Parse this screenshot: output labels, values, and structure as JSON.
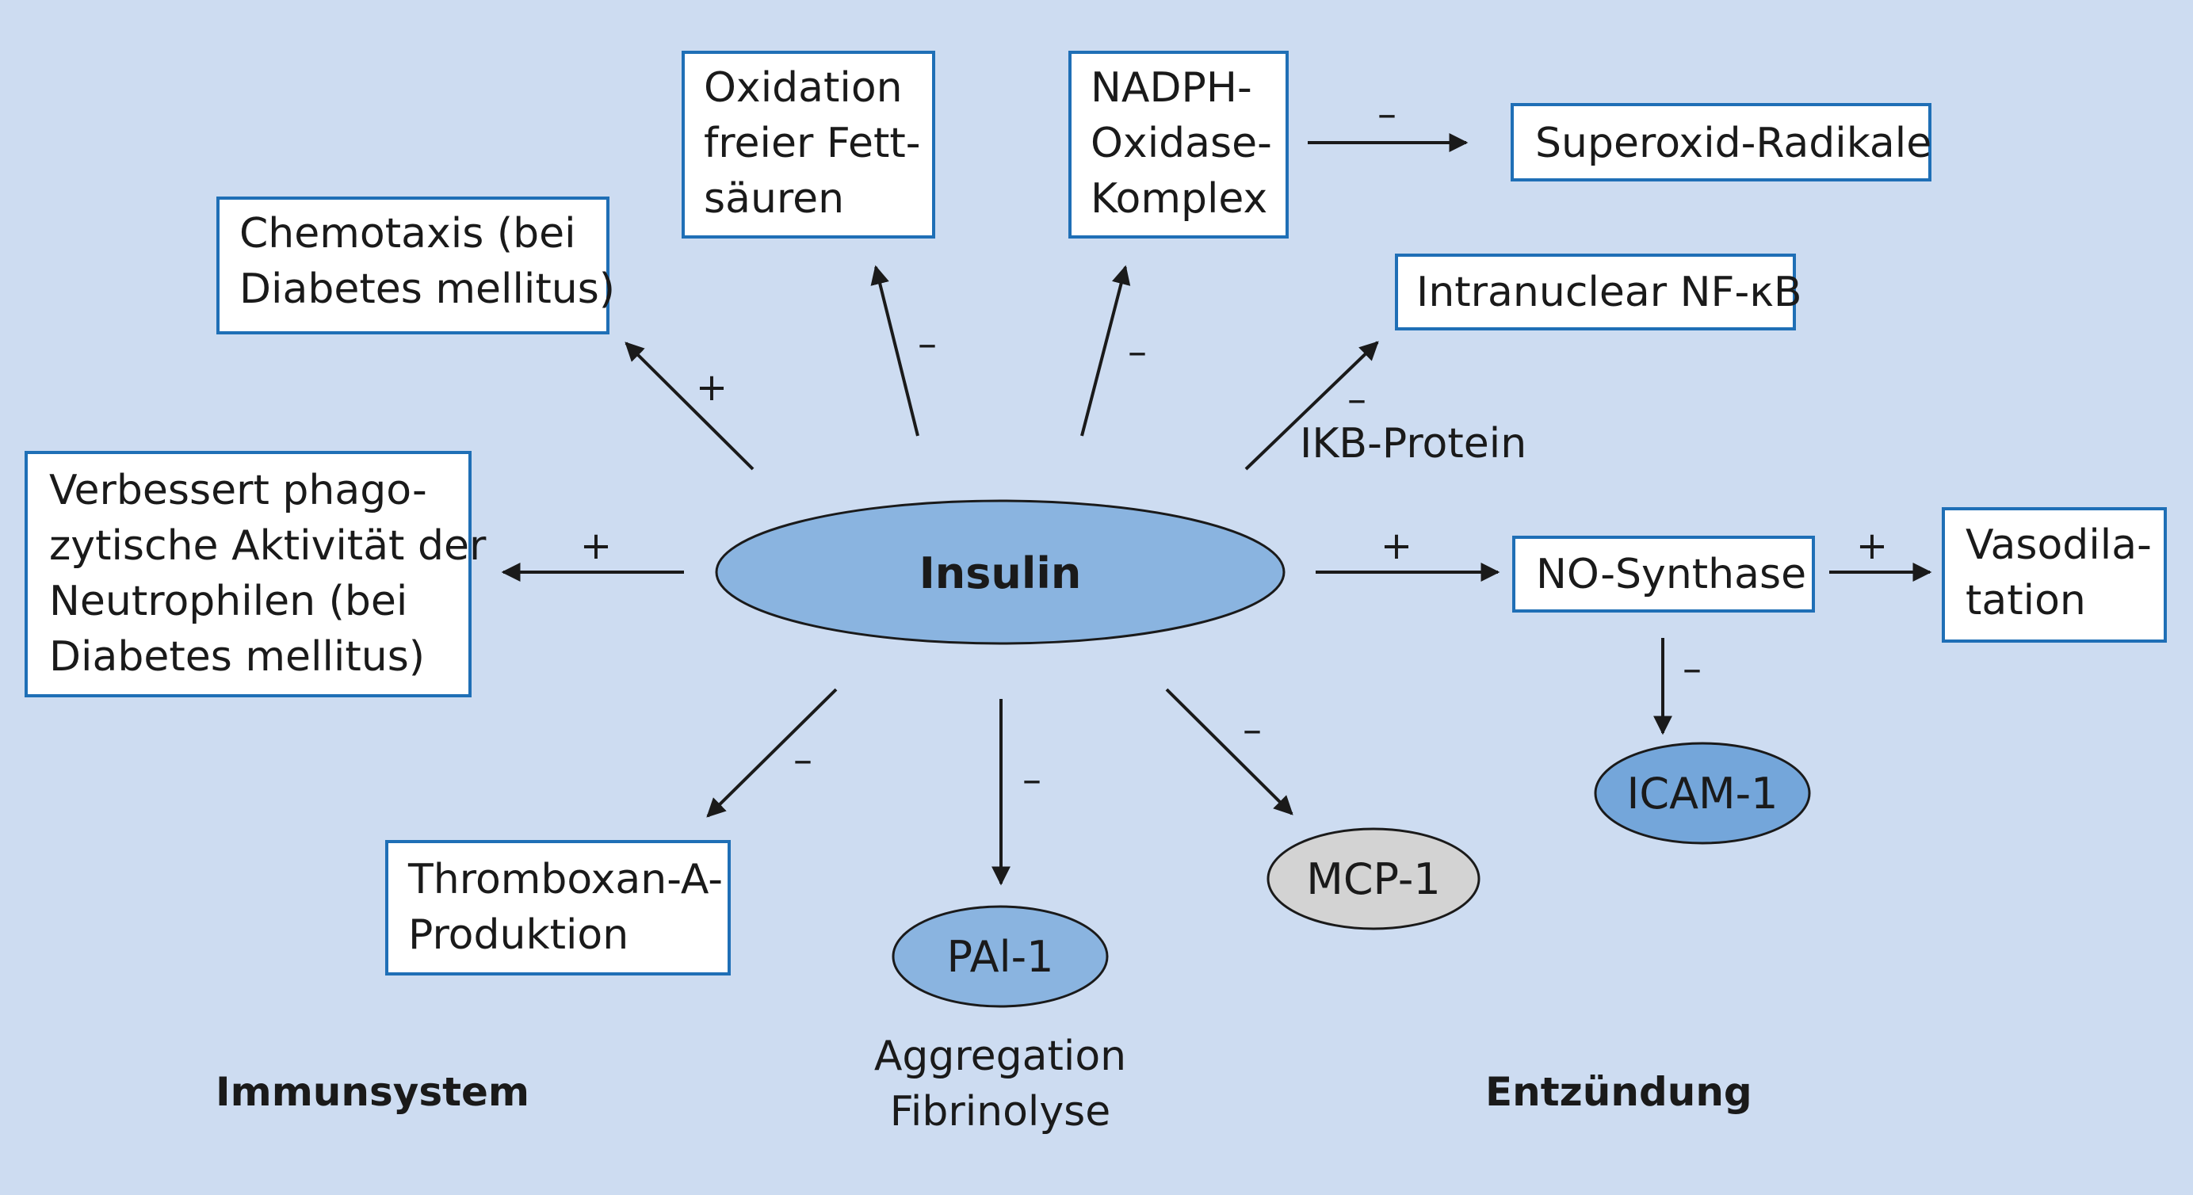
{
  "center": {
    "label": "Insulin",
    "color": "#8ab4e0"
  },
  "boxes": {
    "chemotaxis": [
      "Chemotaxis (bei",
      "Diabetes mellitus)"
    ],
    "oxidation": [
      "Oxidation",
      "freier Fett-",
      "säuren"
    ],
    "nadph": [
      "NADPH-",
      "Oxidase-",
      "Komplex"
    ],
    "superoxid": [
      "Superoxid-Radikale"
    ],
    "nfkb": [
      "Intranuclear NF-κB"
    ],
    "phago": [
      "Verbessert phago-",
      "zytische Aktivität der",
      "Neutrophilen (bei",
      "Diabetes mellitus)"
    ],
    "no_synthase": [
      "NO-Synthase"
    ],
    "vasodilatation": [
      "Vasodila-",
      "tation"
    ],
    "thromboxan": [
      "Thromboxan-A-",
      "Produktion"
    ]
  },
  "ovals": {
    "icam": {
      "label": "ICAM-1",
      "color": "#74a6da"
    },
    "mcp": {
      "label": "MCP-1",
      "color": "#d3d3d3"
    },
    "pai": {
      "label": "PAl-1",
      "color": "#8ab4e0"
    }
  },
  "labels": {
    "ikb": "IKB-Protein",
    "pai_caption": [
      "Aggregation",
      "Fibrinolyse"
    ]
  },
  "signs": {
    "chemotaxis": "+",
    "oxidation": "–",
    "nadph": "–",
    "superoxid": "–",
    "nfkb": "–",
    "phago": "+",
    "no_synthase": "+",
    "vasodilatation": "+",
    "icam": "–",
    "thromboxan": "–",
    "pai": "–",
    "mcp": "–"
  },
  "footer": {
    "left": "Immunsystem",
    "right": "Entzündung"
  },
  "colors": {
    "background": "#cddcf1",
    "box_border": "#1f6fb6"
  }
}
